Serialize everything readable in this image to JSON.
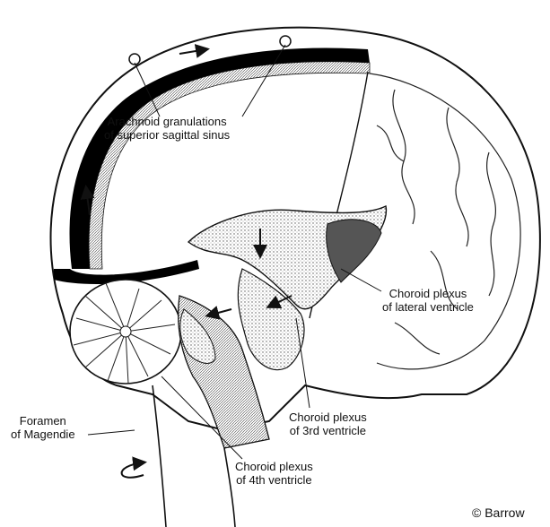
{
  "labels": {
    "arachnoid": {
      "line1": "Arachnoid granulations",
      "line2": "of superior sagittal sinus"
    },
    "choroid_lateral": {
      "line1": "Choroid plexus",
      "line2": "of lateral ventricle"
    },
    "choroid_third": {
      "line1": "Choroid plexus",
      "line2": "of 3rd ventricle"
    },
    "foramen": {
      "line1": "Foramen",
      "line2": "of Magendie"
    },
    "choroid_fourth": {
      "line1": "Choroid plexus",
      "line2": "of 4th ventricle"
    }
  },
  "credit": "© Barrow",
  "colors": {
    "ink": "#111111",
    "stipple": "#bdbdbd",
    "sinus": "#000000"
  }
}
